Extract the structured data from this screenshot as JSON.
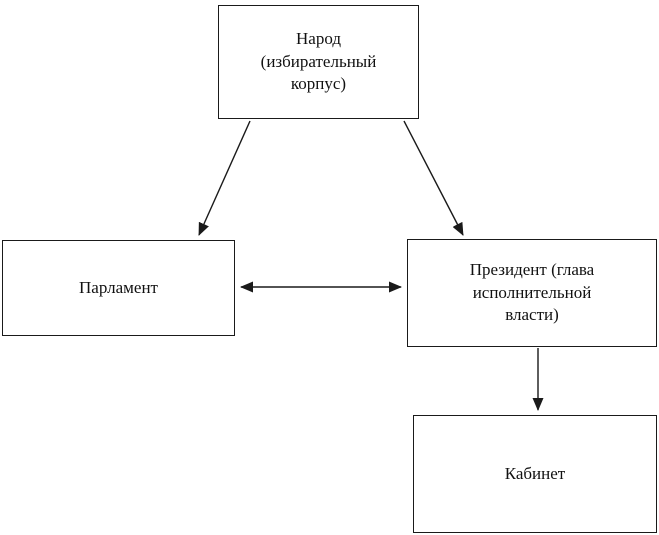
{
  "diagram": {
    "nodes": {
      "people": {
        "label": "Народ\n(избирательный\nкорпус)"
      },
      "parliament": {
        "label": "Парламент"
      },
      "president": {
        "label": "Президент (глава\nисполнительной\nвласти)"
      },
      "cabinet": {
        "label": "Кабинет"
      }
    },
    "edges": [
      {
        "from": "people",
        "to": "parliament",
        "type": "arrow"
      },
      {
        "from": "people",
        "to": "president",
        "type": "arrow"
      },
      {
        "from": "parliament",
        "to": "president",
        "type": "double-arrow"
      },
      {
        "from": "president",
        "to": "cabinet",
        "type": "arrow"
      }
    ],
    "colors": {
      "stroke": "#1a1a1a",
      "background": "#ffffff"
    }
  }
}
